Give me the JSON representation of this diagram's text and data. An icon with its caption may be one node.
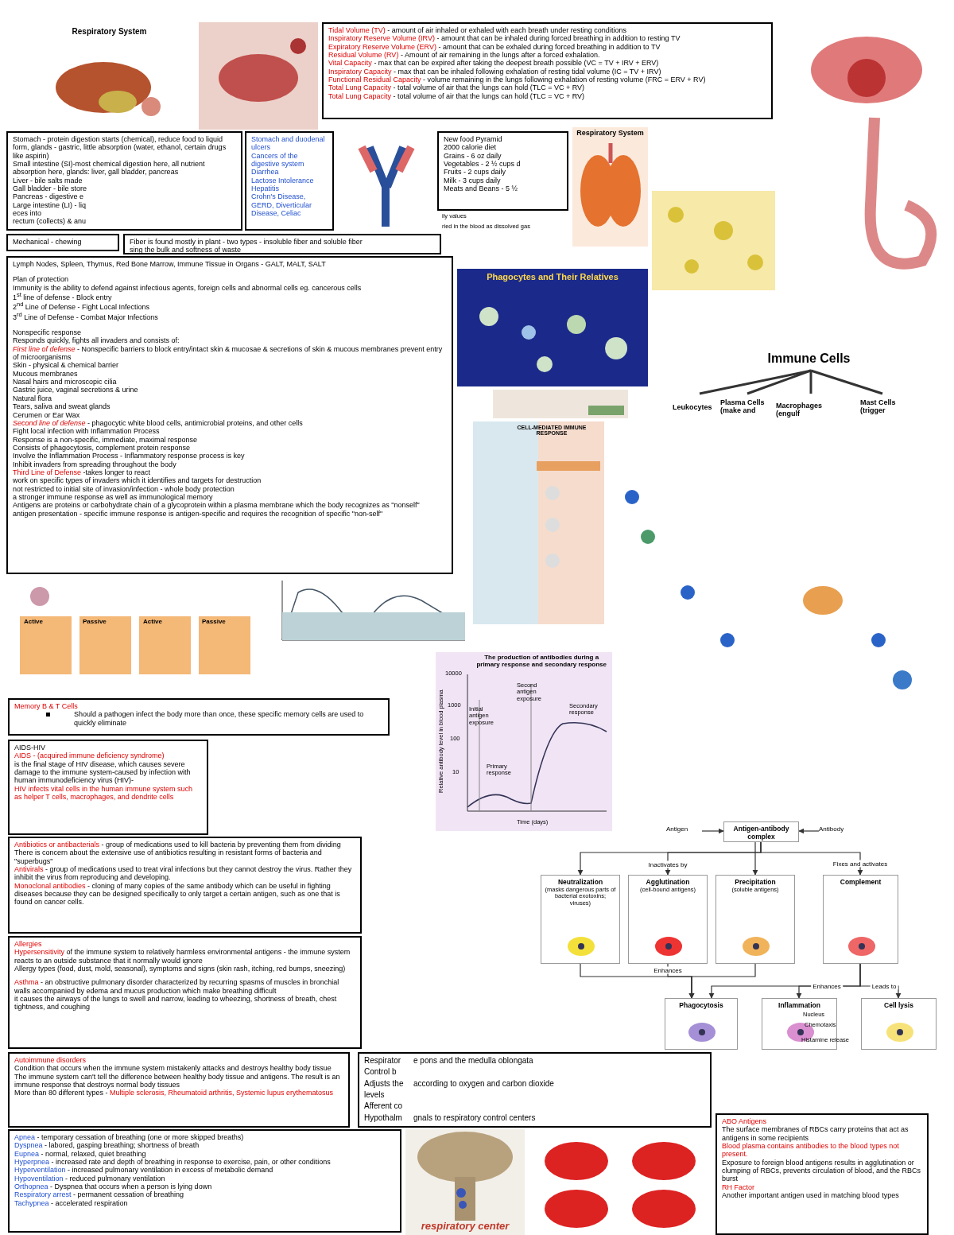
{
  "diagram": {
    "nodes": [
      {
        "text": [
          "Respiratory System"
        ]
      },
      {
        "text": [],
        "shape": "picture"
      },
      {
        "text": [
          "Tidal Volume (TV) - amount of air inhaled or exhaled with each breath under resting conditions",
          "Inspiratory Reserve Volume (IRV) - amount that can be inhaled during forced breathing in addition to resting TV",
          "Expiratory Reserve Volume (ERV) - amount that can be exhaled during forced breathing in addition to TV",
          "Residual Volume (RV) - Amount of air remaining in the lungs after a forced exhalation.",
          "Vital Capacity - max that can be expired after taking the deepest breath possible (VC = TV + IRV + ERV)",
          "Inspiratory Capacity - max that can be inhaled following exhalation of resting tidal volume (IC = TV + IRV)",
          "Functional Residual Capacity - volume remaining in the lungs following exhalation of resting volume (FRC = ERV + RV)",
          "Total Lung Capacity - total volume of air that the lungs can hold (TLC = VC + RV)",
          "Total Lung Capacity - total volume of air that the lungs can hold (TLC = VC + RV)"
        ]
      },
      {
        "text": [],
        "shape": "picture"
      },
      {
        "text": [
          "Stomach - protein digestion starts (chemical), reduce food to liquid form, glands - gastric, little absorption (water, ethanol, certain drugs like aspirin)",
          "Small intestine (SI)-most chemical digestion here, all nutrient absorption here, glands: liver, gall bladder, pancreas",
          "Liver - bile salts made",
          "Gall bladder - bile store",
          "Pancreas - digestive e",
          "Large intestine (LI) - liq",
          "eces into",
          "rectum (collects) & anu"
        ]
      },
      {
        "text": [
          "Stomach and duodenal ulcers",
          "Cancers of the digestive system",
          "Diarrhea",
          "Lactose Intolerance",
          "Hepatitis",
          "Crohn's Disease, GERD, Diverticular Disease, Celiac"
        ]
      },
      {
        "text": [],
        "shape": "picture"
      },
      {
        "text": [
          "New food Pyramid",
          "2000 calorie diet",
          "Grains - 6 oz daily",
          "Vegetables - 2 ½ cups d",
          "Fruits - 2 cups daily",
          "Milk - 3 cups daily",
          "Meats and Beans - 5 ½"
        ]
      },
      {
        "text": [
          "Respiratory System"
        ]
      },
      {
        "text": [],
        "shape": "picture"
      },
      {
        "text": [
          "Mechanical - chewing"
        ]
      },
      {
        "text": [
          "Fiber is found mostly in plant - two types - insoluble fiber and soluble fiber",
          "sing the bulk and softness of waste"
        ]
      },
      {
        "text": [
          "Lymph Nodes, Spleen, Thymus, Red Bone Marrow, Immune Tissue in Organs - GALT, MALT, SALT",
          "Plan of protection",
          "Immunity is the ability to defend against infectious agents, foreign cells and abnormal cells eg. cancerous cells",
          "1$^{st}$ line of defense - Block entry",
          "2$^{nd}$ Line of Defense - Fight Local Infections",
          "3$^{rd}$ Line of Defense - Combat Major Infections",
          "Nonspecific response",
          "Responds quickly, fights all invaders and consists of:",
          "First line of defense - Nonspecific barriers to block entry/intact skin & mucosae & secretions of skin & mucous membranes prevent entry of microorganisms",
          "Skin - physical & chemical barrier",
          "Mucous membranes",
          "Nasal hairs and microscopic cilia",
          "Gastric juice, vaginal secretions & urine",
          "Natural flora",
          "Tears, saliva and sweat glands",
          "Cerumen or Ear Wax",
          "Second line of defense - phagocytic white blood cells, antimicrobial proteins, and other cells",
          "Fight local infection with Inflammation Process",
          "Response is a non-specific, immediate, maximal response",
          "Consists of phagocytosis, complement protein response",
          "Involve the Inflammation Process - Inflammatory response process is key",
          "Inhibit invaders from spreading throughout the body",
          "Third Line of Defense -takes longer to react",
          "work on specific types of invaders which it identifies and targets for destruction",
          "not restricted to initial site of invasion/infection - whole body protection",
          "a stronger immune response as well as immunological memory",
          "Antigens are proteins or carbohydrate chain of a glycoprotein within a plasma membrane which the body recognizes as \"nonself\"",
          "antigen presentation - specific immune response is antigen-specific and requires the recognition of specific \"non-self\""
        ]
      },
      {
        "text": [
          "Phagocytes and Their Relatives"
        ]
      },
      {
        "text": [
          "Immune Cells"
        ]
      },
      {
        "text": [],
        "shape": "picture"
      },
      {
        "text": [
          "CELL-MEDIATED IMMUNE RESPONSE"
        ]
      },
      {
        "text": [],
        "shape": "picture"
      },
      {
        "text": [],
        "shape": "picture"
      },
      {
        "text": [],
        "shape": "picture"
      },
      {
        "text": [
          "The production of antibodies during a primary response and secondary response"
        ]
      },
      {
        "text": [
          "Memory B & T Cells",
          "Should a pathogen infect the body more than once, these specific memory cells are used to quickly eliminate"
        ]
      },
      {
        "text": [
          "AIDS-HIV",
          "AIDS - (acquired immune deficiency syndrome)",
          "is the final stage of HIV disease, which causes severe damage to the immune system-caused by infection with human immunodeficiency virus (HIV)-",
          "HIV infects vital cells in the human immune system such as helper T cells, macrophages, and dendrite cells"
        ]
      },
      {
        "text": [
          "Antibiotics or antibacterials - group of medications used to kill bacteria by preventing them from dividing",
          "There is concern about the extensive use of antibiotics resulting in resistant forms of bacteria and \"superbugs\"",
          "Antivirals - group of medications used to treat viral infections but they cannot destroy the virus. Rather they inhibit the virus from reproducing and developing.",
          "Monoclonal antibodies - cloning of many copies of the same antibody which can be useful in fighting diseases because they can be designed specifically to only target a certain antigen, such as one that is found on cancer cells."
        ]
      },
      {
        "text": [
          "Antigen"
        ]
      },
      {
        "text": [
          "Antigen-antibody complex"
        ]
      },
      {
        "text": [
          "Antibody"
        ]
      },
      {
        "text": [
          "Neutralization",
          "(masks dangerous parts of bacterial exotoxins; viruses)"
        ]
      },
      {
        "text": [
          "Agglutination",
          "(cell-bound antigens)"
        ]
      },
      {
        "text": [
          "Precipitation",
          "(soluble antigens)"
        ]
      },
      {
        "text": [
          "Complement"
        ]
      },
      {
        "text": [
          "Allergies",
          "Hypersensitivity of the immune system to relatively harmless environmental antigens - the immune system reacts to an outside substance that it normally would ignore",
          "Allergy types (food, dust, mold, seasonal), symptoms and signs (skin rash, itching, red bumps, sneezing)",
          "Asthma - an obstructive pulmonary disorder characterized by recurring spasms of muscles in bronchial walls accompanied by edema and mucus production which make breathing difficult",
          "it causes the airways of the lungs to swell and narrow, leading to wheezing, shortness of breath, chest tightness, and coughing"
        ]
      },
      {
        "text": [
          "Phagocytosis"
        ]
      },
      {
        "text": [
          "Inflammation"
        ]
      },
      {
        "text": [
          "Cell lysis"
        ]
      },
      {
        "text": [
          "Autoimmune disorders",
          "Condition that occurs when the immune system mistakenly attacks and destroys healthy body tissue",
          "The immune system can't tell the difference between healthy body tissue and antigens. The result is an immune response that destroys normal body tissues",
          "More than 80 different types - Multiple sclerosis, Rheumatoid arthritis, Systemic lupus erythematosus"
        ]
      },
      {
        "text": [
          "Respirator",
          "e pons and the medulla oblongata",
          "Control b",
          "Adjusts the",
          "according to oxygen and carbon dioxide",
          "levels",
          "Afferent co",
          "Hypothalm",
          "gnals to respiratory control centers"
        ]
      },
      {
        "text": [
          "respiratory center"
        ]
      },
      {
        "text": [
          "Apnea - temporary cessation of breathing (one or more skipped breaths)",
          "Dyspnea - labored, gasping breathing; shortness of breath",
          "Eupnea - normal, relaxed, quiet breathing",
          "Hyperpnea - increased rate and depth of breathing in response to exercise, pain, or other conditions",
          "Hyperventilation - increased pulmonary ventilation in excess of metabolic demand",
          "Hypoventilation - reduced pulmonary ventilation",
          "Orthopnea - Dyspnea that occurs when a person is lying down",
          "Respiratory arrest - permanent cessation of breathing",
          "Tachypnea - accelerated respiration"
        ]
      },
      {
        "text": [],
        "shape": "picture"
      },
      {
        "text": [
          "ABO Antigens",
          "The surface membranes of RBCs carry proteins that act as antigens in some recipients",
          "Blood plasma contains antibodies to the blood types not present.",
          "Exposure to foreign blood antigens results in agglutination or clumping of RBCs, prevents circulation of blood, and the RBCs burst",
          "RH Factor",
          "Another important antigen used in matching blood types"
        ]
      }
    ],
    "edges": [
      {
        "from": 24,
        "to": 25,
        "arrow": "to"
      },
      {
        "from": 26,
        "to": 25,
        "arrow": "to"
      },
      {
        "from": 25,
        "to": 27,
        "arrow": "to"
      },
      {
        "from": 25,
        "to": 28,
        "arrow": "to",
        "label": "Inactivates by"
      },
      {
        "from": 25,
        "to": 29,
        "arrow": "to"
      },
      {
        "from": 25,
        "to": 30,
        "arrow": "to",
        "label": "Fixes and activates"
      },
      {
        "from": 27,
        "to": 32,
        "arrow": "to"
      },
      {
        "from": 28,
        "to": 32,
        "arrow": "to",
        "label": "Enhances"
      },
      {
        "from": 29,
        "to": 32,
        "arrow": "to"
      },
      {
        "from": 30,
        "to": 32,
        "arrow": "to"
      },
      {
        "from": 30,
        "to": 33,
        "arrow": "to",
        "label": "Enhances"
      },
      {
        "from": 30,
        "to": 34,
        "arrow": "to",
        "label": "Leads to"
      }
    ],
    "labels": [
      "ily values",
      "ried in the blood as dissolved gas",
      "Leukocytes",
      "Plasma Cells (make and",
      "Macrophages (engulf",
      "Mast Cells (trigger",
      "Active",
      "Passive",
      "Active",
      "Passive",
      "10000",
      "1000",
      "100",
      "10",
      "Initial antigen exposure",
      "Second antigen exposure",
      "Secondary response",
      "Primary response",
      "Time (days)",
      "Relative antibody level in blood plasma",
      "Nucleus",
      "Chemotaxis",
      "Histamine release"
    ]
  }
}
